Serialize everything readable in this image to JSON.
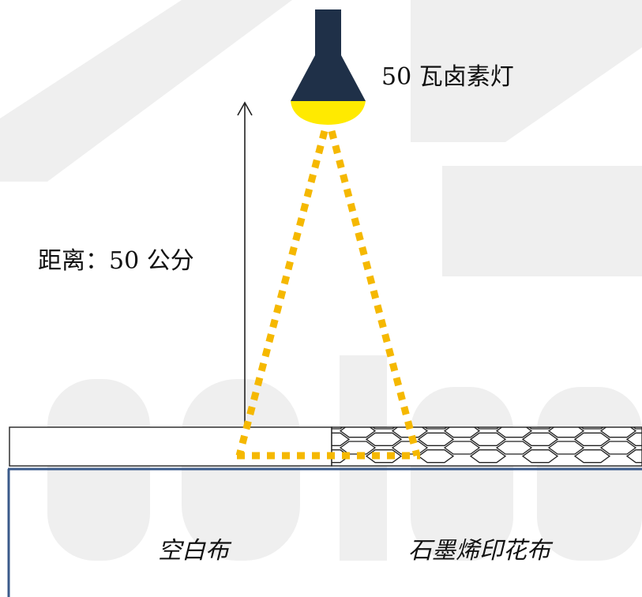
{
  "lamp": {
    "label": "50 瓦卤素灯"
  },
  "distance": {
    "label": "距离：50 公分"
  },
  "fabrics": {
    "blank": "空白布",
    "graphene": "石墨烯印花布"
  },
  "colors": {
    "lamp_body": "#1f3048",
    "lamp_light": "#ffea00",
    "light_path": "#f5b800",
    "watermark": "#efefef",
    "table_edge": "#3a5a8a",
    "outline": "#222222"
  }
}
